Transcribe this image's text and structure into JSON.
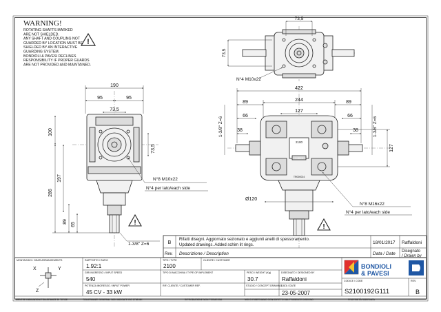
{
  "warning": {
    "title": "WARNING!",
    "lines": [
      "ROTATING SHAFTS MARKED",
      "ARE NOT SHIELDED.",
      "ANY SHAFT AND COUPLING NOT",
      "GUARDED BY LOCATION MUST BE",
      "SHIELDED BY AN INTERACTIVE",
      "GUARDING SYSTEM.",
      "BONDIOLI & PAVESI DECLINES",
      "RESPONSIBILITY IF PROPER GUARDS",
      "ARE NOT PROVIDED AND MAINTAINED."
    ]
  },
  "dims": {
    "top_width": "73,5",
    "top_height": "73,5",
    "top_holes": "N°4 M10x22",
    "left_overall": "190",
    "left_95a": "95",
    "left_95b": "95",
    "left_735": "73,5",
    "left_735v": "73,5",
    "left_100": "100",
    "left_197": "197",
    "left_286": "286",
    "left_89": "89",
    "left_65": "65",
    "left_spline": "1-3/8\" Z=6",
    "left_holes1": "N°8 M10x22",
    "left_holes2": "N°4 per lato/each side",
    "right_422": "422",
    "right_244": "244",
    "right_127": "127",
    "right_89a": "89",
    "right_89b": "89",
    "right_66a": "66",
    "right_66b": "66",
    "right_38a": "38",
    "right_38b": "38",
    "right_spline_l": "1-3/8\" Z=6",
    "right_spline_r": "1-3/8\" Z=6",
    "right_127v": "127",
    "right_dia": "Ø120",
    "right_holes1": "N°8 M16x22",
    "right_holes2": "N°4 per lato/each side",
    "plate1": "2100",
    "plate2": "1:92:1",
    "plate3": "TR000024"
  },
  "revision": {
    "rev_label": "Rev.",
    "rev_letter": "B",
    "desc_it": "Rifatti disegni. Aggiornato sezionato e aggiunti anelli di spessoramento.",
    "desc_en": "Updated drawings. Added schim lit rings.",
    "date": "18/01/2017",
    "author": "Raffaldoni",
    "desc_header": "Descrizione / Description",
    "date_header": "Data / Date",
    "drawn_header1": "Disegnato",
    "drawn_header2": "/ Drawn by"
  },
  "titleblock": {
    "mounting_label": "MONTAGGIO / GEAR ARRANGEMENTS",
    "axis_x": "X",
    "axis_y": "Y",
    "axis_z": "Z",
    "ratio_label": "RAPPORTO / RATIO",
    "ratio": "1.92:1",
    "type_label": "TIPO / TYPE",
    "type": "2100",
    "client_label": "CLIENTE / CUSTOMER",
    "client": "",
    "speed_label": "GIRI INGRESSO / INPUT SPEED",
    "speed": "540",
    "machine_label": "TIPO DI MACCHINA / TYPE OF IMPLEMENT",
    "machine": "",
    "weight_label": "PESO / WEIGHT (Kg)",
    "weight": "30.7",
    "designer_label": "DISEGNATO / DESIGNED BY",
    "designer": "Raffaldoni",
    "power_label": "POTENZA INGRESSO / INPUT POWER",
    "power": "45 CV - 33 kW",
    "clientref_label": "RIF. CLIENTE / CUSTOMER REF.",
    "clientref": "",
    "study_label": "STUDIO / CONCEPT DRAWING",
    "date_label": "DATA / DATE",
    "date": "23-05-2007",
    "code_label": "CODICE / CODE",
    "code": "S2100192G111",
    "rev_label": "REV.",
    "rev": "B",
    "brand1": "BONDIOLI",
    "brand2": "& PAVESI",
    "foot1": "MENTRE INDICAZIONI TOLLERANZE DI TERZE",
    "foot2": "TOLLERANZE GENERALI NON INDICATE ISO 2768 MK",
    "foot3": "RIPRODUZIONE NON PERMESSA",
    "foot4": "NOI CI RISERVIAMO OGNI DIRITTO SUL PRESENTE DISEGNO",
    "foot5": "PROPRIETÀ RISERVATA"
  }
}
